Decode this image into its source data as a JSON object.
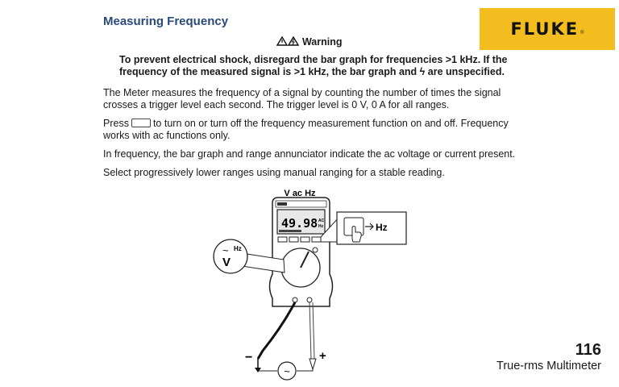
{
  "heading": "Measuring Frequency",
  "logo": {
    "text": "FLUKE",
    "reg": "®",
    "color": "#f3bd1f"
  },
  "warning": {
    "title": "Warning",
    "line1": "To prevent electrical shock, disregard the bar graph for frequencies >1 kHz. If the",
    "line2": "frequency of the measured signal is >1 kHz, the bar graph and ϟ are unspecified."
  },
  "paragraphs": {
    "p1_line1": "The Meter measures the frequency of a signal by counting the number of times the signal",
    "p1_line2": "crosses a trigger level each second. The trigger level is 0 V, 0 A for all ranges.",
    "p2_before": "Press",
    "p2_after": "to turn on or turn off the frequency measurement function on and off. Frequency",
    "p2_line2": "works with ac functions only.",
    "p3": "In frequency, the bar graph and range annunciator indicate the ac voltage or current present.",
    "p4": "Select progressively lower ranges using manual ranging for a stable reading."
  },
  "figure": {
    "caption": "V ac Hz",
    "display_reading": "49.98",
    "display_unit_top": "AC",
    "display_unit_bottom": "Hz",
    "callout_dial_hz": "Hz",
    "callout_dial_v": "V",
    "callout_button_hz": "Hz",
    "lead_minus": "−",
    "lead_plus": "+",
    "source_symbol": "~"
  },
  "footer": {
    "page_number": "116",
    "doc_title": "True-rms Multimeter"
  }
}
